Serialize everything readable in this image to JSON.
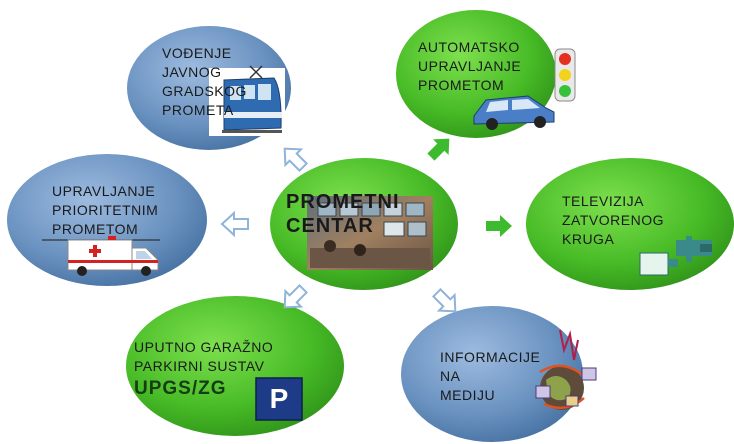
{
  "center": {
    "lines": [
      "PROMETNI",
      "CENTAR"
    ]
  },
  "nodes": {
    "public_transport": {
      "lines": [
        "VOĐENJE",
        "JAVNOG",
        "GRADSKOG",
        "PROMETA"
      ]
    },
    "automatic_traffic": {
      "lines": [
        "AUTOMATSKO",
        "UPRAVLJANJE",
        "PROMETOM"
      ]
    },
    "priority_traffic": {
      "lines": [
        "UPRAVLJANJE",
        "PRIORITETNIM",
        "PROMETOM"
      ]
    },
    "cctv": {
      "lines": [
        "TELEVIZIJA",
        "ZATVORENOG",
        "KRUGA"
      ]
    },
    "parking": {
      "lines": [
        "UPUTNO GARAŽNO",
        "PARKIRNI SUSTAV"
      ],
      "acronym": "UPGS/ZG",
      "sign": "P"
    },
    "media": {
      "lines": [
        "INFORMACIJE",
        "NA",
        "MEDIJU"
      ]
    }
  },
  "colors": {
    "green": "#4cc22b",
    "green_dark": "#2e8a1a",
    "blue": "#6e96c2",
    "blue_dark": "#3d6a9b",
    "arrow_outline": "#8fb3d9",
    "arrow_green": "#3dbb2e"
  },
  "icons": [
    "tram-icon",
    "traffic-light-icon",
    "car-icon",
    "ambulance-icon",
    "cctv-camera-icon",
    "parking-sign-icon",
    "globe-icon",
    "control-room-photo"
  ]
}
